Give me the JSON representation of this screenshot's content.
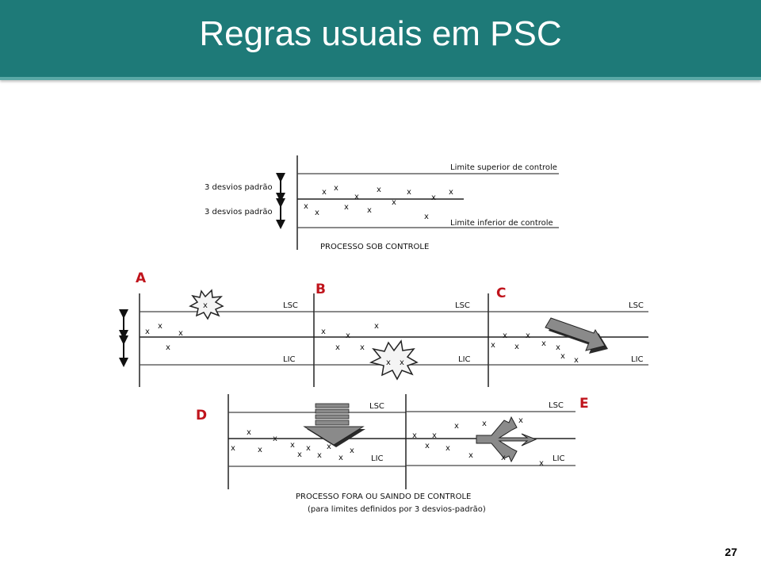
{
  "slide": {
    "title": "Regras usuais em PSC",
    "page_number": "27"
  },
  "top_diagram": {
    "upper_limit_label": "Limite superior de controle",
    "lower_limit_label": "Limite inferior de controle",
    "sigma_label_upper": "3 desvios padrão",
    "sigma_label_lower": "3 desvios padrão",
    "caption": "PROCESSO SOB CONTROLE"
  },
  "panels": {
    "a": {
      "letter": "A",
      "lsc": "LSC",
      "lic": "LIC"
    },
    "b": {
      "letter": "B",
      "lsc": "LSC",
      "lic": "LIC"
    },
    "c": {
      "letter": "C",
      "lsc": "LSC",
      "lic": "LIC"
    },
    "d": {
      "letter": "D",
      "lsc": "LSC",
      "lic": "LIC"
    },
    "e": {
      "letter": "E",
      "lsc": "LSC",
      "lic": "LIC"
    }
  },
  "point_marker": "x",
  "bottom_caption": {
    "line1": "PROCESSO FORA OU SAINDO DE CONTROLE",
    "line2": "(para limites definidos por 3 desvios-padrão)"
  },
  "colors": {
    "header": "#1e7a78",
    "letters": "#c0141c",
    "arrow_fill": "#8a8a8a"
  }
}
